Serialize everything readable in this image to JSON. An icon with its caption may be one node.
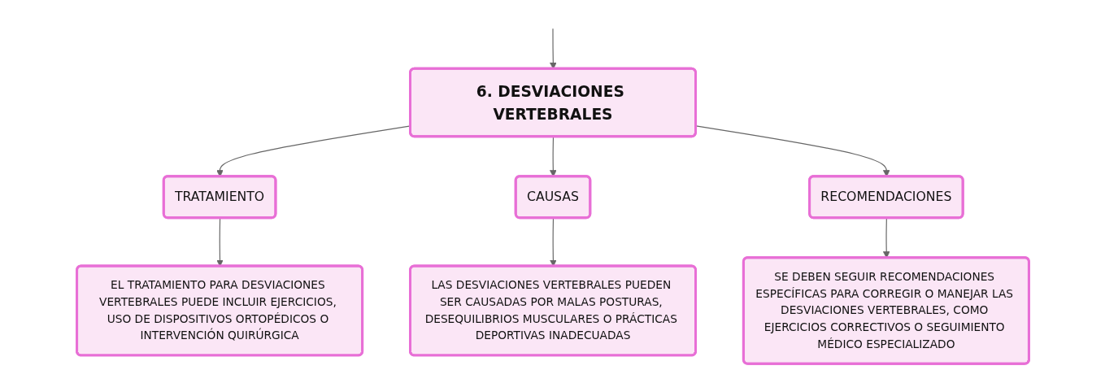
{
  "diagram": {
    "nodes": [
      {
        "text": [
          "6. DESVIACIONES VERTEBRALES"
        ]
      },
      {
        "text": [
          "TRATAMIENTO"
        ]
      },
      {
        "text": [
          "CAUSAS"
        ]
      },
      {
        "text": [
          "RECOMENDACIONES"
        ]
      },
      {
        "text": [
          "EL TRATAMIENTO PARA DESVIACIONES VERTEBRALES PUEDE INCLUIR EJERCICIOS, USO DE DISPOSITIVOS ORTOPÉDICOS O INTERVENCIÓN QUIRÚRGICA"
        ]
      },
      {
        "text": [
          "LAS DESVIACIONES VERTEBRALES PUEDEN SER CAUSADAS POR MALAS POSTURAS, DESEQUILIBRIOS MUSCULARES O PRÁCTICAS DEPORTIVAS INADECUADAS"
        ]
      },
      {
        "text": [
          "SE DEBEN SEGUIR RECOMENDACIONES ESPECÍFICAS PARA CORREGIR O MANEJAR LAS DESVIACIONES VERTEBRALES, COMO EJERCICIOS CORRECTIVOS O SEGUIMIENTO MÉDICO ESPECIALIZADO"
        ]
      }
    ],
    "edges": [
      {
        "from": null,
        "to": 0,
        "arrow": "to"
      },
      {
        "from": 0,
        "to": 1,
        "arrow": "to"
      },
      {
        "from": 0,
        "to": 2,
        "arrow": "to"
      },
      {
        "from": 0,
        "to": 3,
        "arrow": "to"
      },
      {
        "from": 1,
        "to": 4,
        "arrow": "to"
      },
      {
        "from": 2,
        "to": 5,
        "arrow": "to"
      },
      {
        "from": 3,
        "to": 6,
        "arrow": "to"
      }
    ]
  }
}
